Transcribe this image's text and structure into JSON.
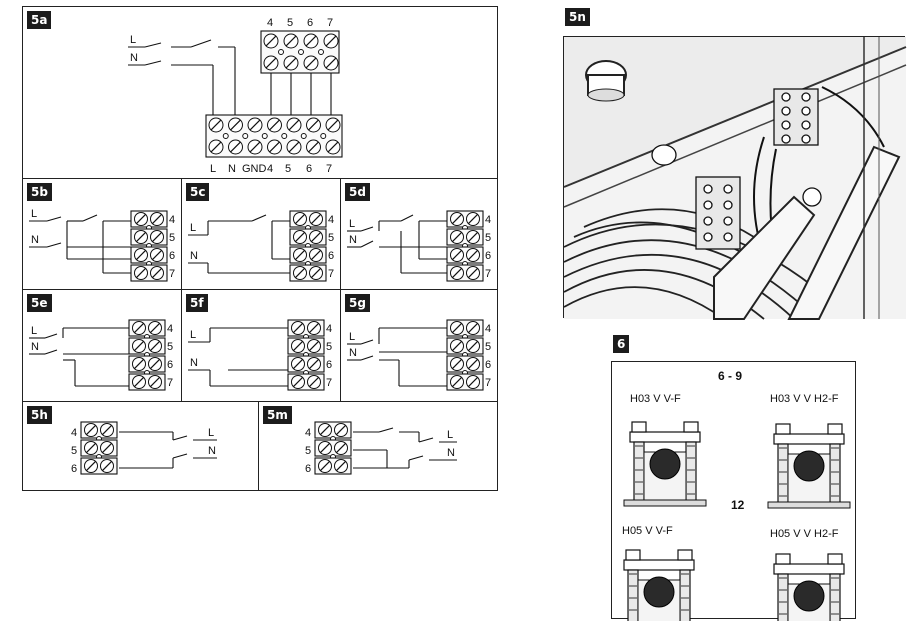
{
  "panels": {
    "p5a": {
      "tag": "5a",
      "power_labels": [
        "L",
        "N"
      ],
      "top_terminals": [
        "4",
        "5",
        "6",
        "7"
      ],
      "bottom_terminals": [
        "L",
        "N",
        "GND",
        "4",
        "5",
        "6",
        "7"
      ]
    },
    "p5b": {
      "tag": "5b",
      "power_labels": [
        "L",
        "N"
      ],
      "terminals": [
        "4",
        "5",
        "6",
        "7"
      ]
    },
    "p5c": {
      "tag": "5c",
      "power_labels": [
        "L",
        "N"
      ],
      "terminals": [
        "4",
        "5",
        "6",
        "7"
      ]
    },
    "p5d": {
      "tag": "5d",
      "power_labels": [
        "L",
        "N"
      ],
      "terminals": [
        "4",
        "5",
        "6",
        "7"
      ]
    },
    "p5e": {
      "tag": "5e",
      "power_labels": [
        "L",
        "N"
      ],
      "terminals": [
        "4",
        "5",
        "6",
        "7"
      ]
    },
    "p5f": {
      "tag": "5f",
      "power_labels": [
        "L",
        "N"
      ],
      "terminals": [
        "4",
        "5",
        "6",
        "7"
      ]
    },
    "p5g": {
      "tag": "5g",
      "power_labels": [
        "L",
        "N"
      ],
      "terminals": [
        "4",
        "5",
        "6",
        "7"
      ]
    },
    "p5h": {
      "tag": "5h",
      "power_labels": [
        "L",
        "N"
      ],
      "terminals": [
        "4",
        "5",
        "6"
      ]
    },
    "p5m": {
      "tag": "5m",
      "power_labels": [
        "L",
        "N"
      ],
      "terminals": [
        "4",
        "5",
        "6"
      ]
    },
    "p5n": {
      "tag": "5n"
    },
    "p6": {
      "tag": "6",
      "range_top": "6 - 9",
      "range_bottom": "12",
      "cables": [
        "H03 V V-F",
        "H03 V V H2-F",
        "H05 V V-F",
        "H05 V V H2-F"
      ]
    }
  }
}
